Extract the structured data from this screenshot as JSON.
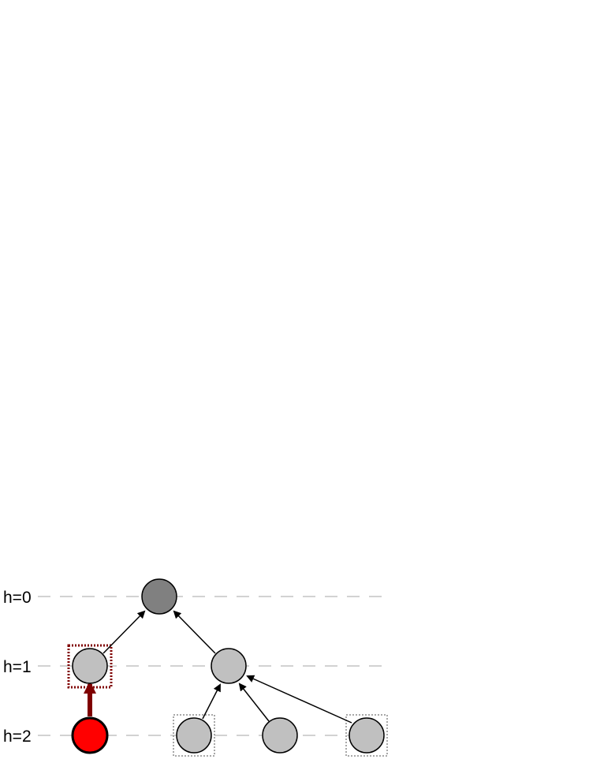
{
  "levels": [
    {
      "label": "h=0"
    },
    {
      "label": "h=1"
    },
    {
      "label": "h=2"
    }
  ],
  "colors": {
    "guide_line": "#a6a6a6",
    "root_fill": "#808080",
    "node_fill": "#c0c0c0",
    "highlight_fill": "#ff0000",
    "highlight_edge": "#7f0000",
    "edge": "#000000",
    "outline": "#000000",
    "dotted_box": "#8c8c8c",
    "highlight_box": "#7f0000"
  },
  "nodes": [
    {
      "id": "root",
      "level": 0,
      "kind": "root"
    },
    {
      "id": "left-child",
      "level": 1,
      "kind": "normal",
      "boxed": "highlight"
    },
    {
      "id": "right-child",
      "level": 1,
      "kind": "normal"
    },
    {
      "id": "leaf-red",
      "level": 2,
      "kind": "highlight"
    },
    {
      "id": "leaf-a",
      "level": 2,
      "kind": "normal",
      "boxed": "dotted"
    },
    {
      "id": "leaf-b",
      "level": 2,
      "kind": "normal"
    },
    {
      "id": "leaf-c",
      "level": 2,
      "kind": "normal",
      "boxed": "dotted"
    }
  ],
  "edges": [
    {
      "from": "left-child",
      "to": "root"
    },
    {
      "from": "right-child",
      "to": "root"
    },
    {
      "from": "leaf-red",
      "to": "left-child",
      "highlight": true
    },
    {
      "from": "leaf-a",
      "to": "right-child"
    },
    {
      "from": "leaf-b",
      "to": "right-child"
    },
    {
      "from": "leaf-c",
      "to": "right-child"
    }
  ]
}
